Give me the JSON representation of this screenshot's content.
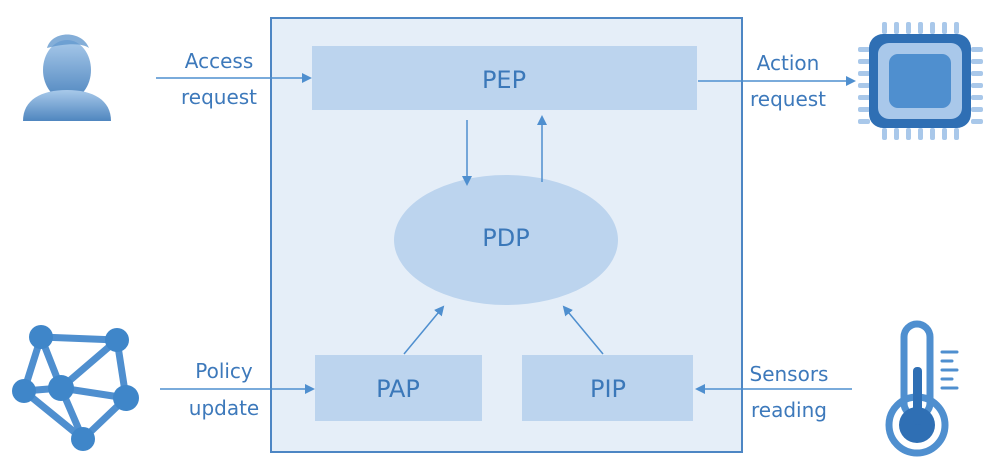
{
  "diagram": {
    "nodes": {
      "pep": {
        "label": "PEP"
      },
      "pdp": {
        "label": "PDP"
      },
      "pap": {
        "label": "PAP"
      },
      "pip": {
        "label": "PIP"
      }
    },
    "edges": {
      "access_request": {
        "line1": "Access",
        "line2": "request"
      },
      "action_request": {
        "line1": "Action",
        "line2": "request"
      },
      "policy_update": {
        "line1": "Policy",
        "line2": "update"
      },
      "sensors_reading": {
        "line1": "Sensors",
        "line2": "reading"
      }
    },
    "icons": {
      "user": "user-icon",
      "processor": "processor-chip-icon",
      "network": "network-graph-icon",
      "sensor": "thermometer-icon"
    }
  },
  "colors": {
    "outer_box_fill": "#e5eef8",
    "outer_box_stroke": "#4d86c4",
    "node_fill": "#bcd4ee",
    "node_text": "#3b78b9",
    "edge_label_text": "#3d79bb",
    "arrow": "#4f8fcf",
    "icon_primary": "#4f8fcf",
    "icon_light": "#a9c8ea",
    "icon_dark": "#2f6fb4"
  }
}
